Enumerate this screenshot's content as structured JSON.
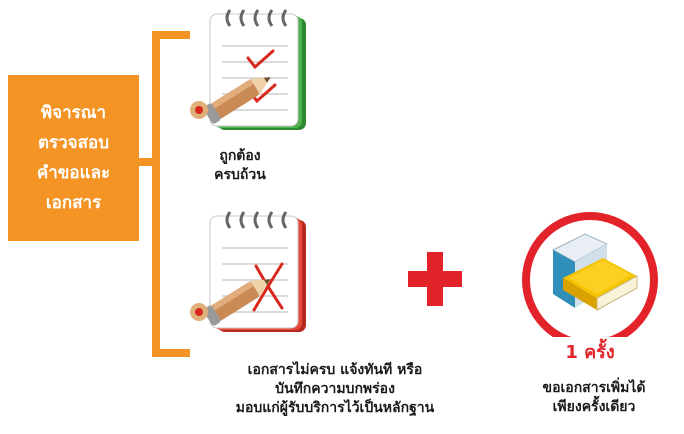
{
  "main_box": {
    "lines": [
      "พิจารณา",
      "ตรวจสอบ",
      "คำขอและ",
      "เอกสาร"
    ]
  },
  "outcome_correct": {
    "icon": "notepad-check-icon",
    "lines": [
      "ถูกต้อง",
      "ครบถ้วน"
    ]
  },
  "outcome_incomplete": {
    "icon": "notepad-cross-icon",
    "lines": [
      "เอกสารไม่ครบ แจ้งทันที หรือ",
      "บันทึกความบกพร่อง",
      "มอบแก่ผู้รับบริการไว้เป็นหลักฐาน"
    ]
  },
  "plus_icon": "plus-icon",
  "badge": {
    "icon": "book-icon",
    "label": "1 ครั้ง",
    "caption_lines": [
      "ขอเอกสารเพิ่มได้",
      "เพียงครั้งเดียว"
    ]
  },
  "colors": {
    "orange": "#f39425",
    "red": "#e3232a",
    "green_notepad": "#3a9a3c",
    "red_notepad": "#d23a2c",
    "book_yellow": "#f5c400",
    "book_blue": "#2f8fb8"
  }
}
